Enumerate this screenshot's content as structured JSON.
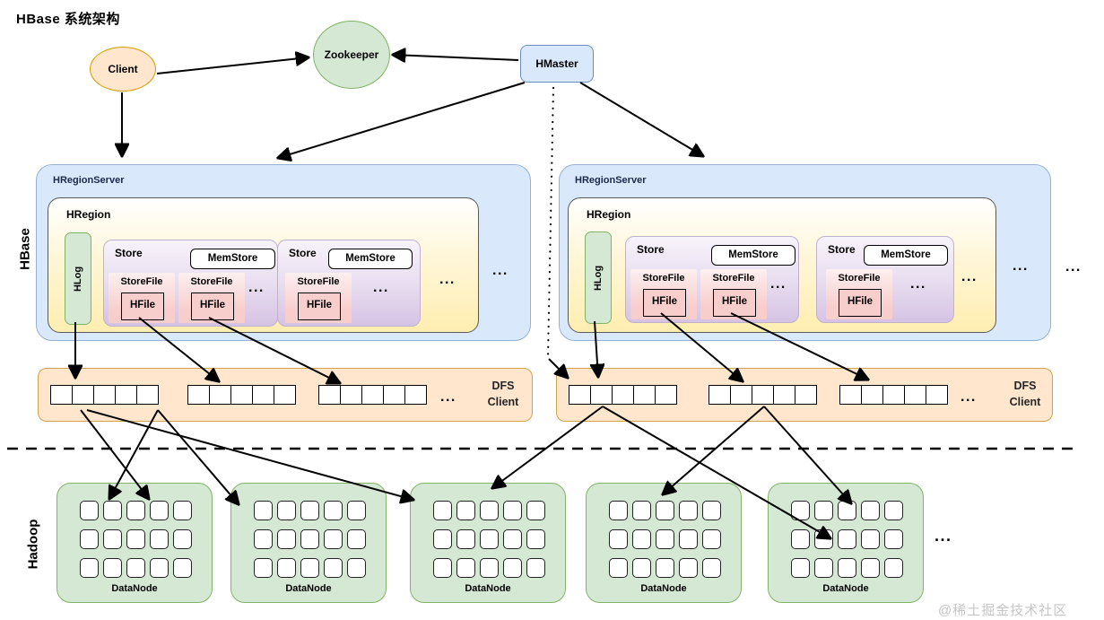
{
  "title": "HBase 系统架构",
  "sections": {
    "hbase": "HBase",
    "hadoop": "Hadoop"
  },
  "nodes": {
    "client": "Client",
    "zookeeper": "Zookeeper",
    "hmaster": "HMaster"
  },
  "region_server": {
    "server_label": "HRegionServer",
    "region_label": "HRegion",
    "hlog_label": "HLog",
    "store_label": "Store",
    "memstore_label": "MemStore",
    "storefile_label": "StoreFile",
    "hfile_label": "HFile"
  },
  "dfs": {
    "label_line1": "DFS",
    "label_line2": "Client",
    "groups_per_box": 3,
    "squares_per_group": 5
  },
  "hadoop": {
    "datanode_label": "DataNode",
    "datanode_count": 5,
    "grid_rows": 3,
    "grid_cols": 5
  },
  "ellipsis": "...",
  "watermark": "@稀土掘金技术社区",
  "colors": {
    "blue_fill": "#dae8fc",
    "blue_border": "#6c8ebf",
    "panel_border": "#97b1d6",
    "green_fill": "#d5e8d4",
    "green_border": "#82b366",
    "orange_fill": "#ffe6cc",
    "orange_border": "#d79b00",
    "yellow_fill": "#ffeeb0",
    "purple_fill": "#e1d5e7",
    "pink_fill": "#f8cecc",
    "arrow": "#000000",
    "watermark_gray": "#c6c6c6"
  }
}
